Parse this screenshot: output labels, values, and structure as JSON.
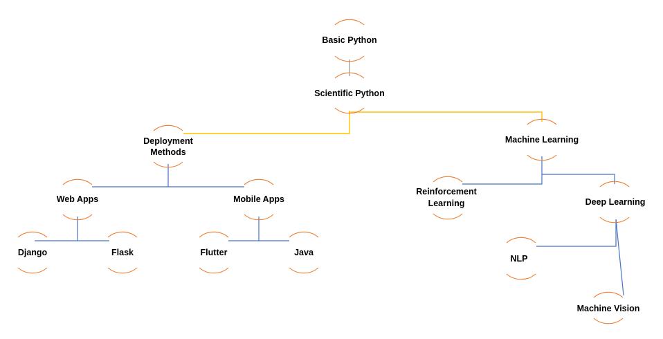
{
  "colors": {
    "node_arc": "#ED7D31",
    "connector_blue": "#4472C4",
    "connector_yellow": "#FFC000",
    "connector_gray": "#7f7f7f",
    "text": "#000000"
  },
  "nodes": {
    "basic_python": {
      "label": "Basic Python"
    },
    "scientific_python": {
      "label": "Scientific Python"
    },
    "deployment_methods": {
      "label_line1": "Deployment",
      "label_line2": "Methods"
    },
    "machine_learning": {
      "label": "Machine Learning"
    },
    "web_apps": {
      "label": "Web Apps"
    },
    "mobile_apps": {
      "label": "Mobile Apps"
    },
    "django": {
      "label": "Django"
    },
    "flask": {
      "label": "Flask"
    },
    "flutter": {
      "label": "Flutter"
    },
    "java": {
      "label": "Java"
    },
    "reinforcement_learning": {
      "label_line1": "Reinforcement",
      "label_line2": "Learning"
    },
    "deep_learning": {
      "label": "Deep Learning"
    },
    "nlp": {
      "label": "NLP"
    },
    "machine_vision": {
      "label": "Machine Vision"
    }
  }
}
